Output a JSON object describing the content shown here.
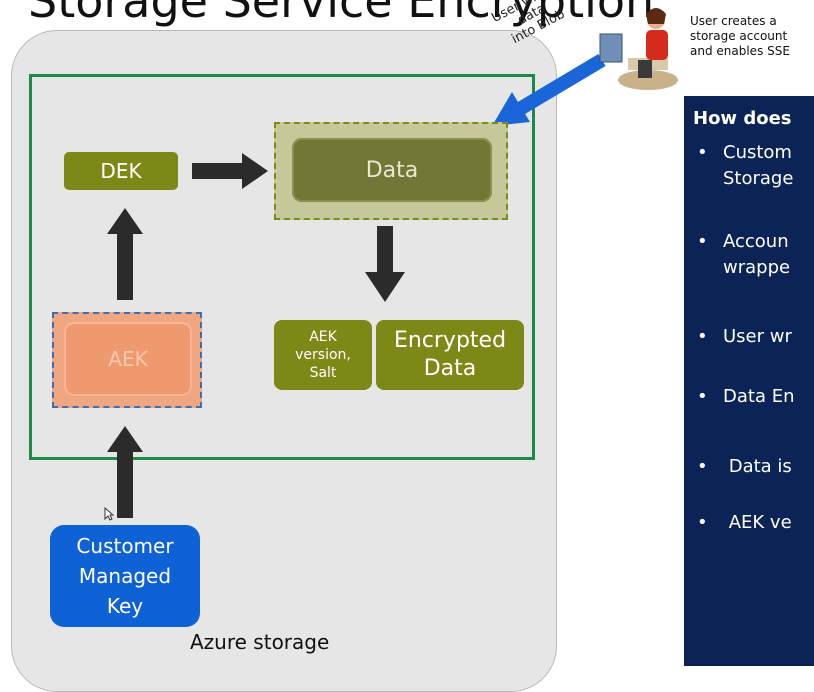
{
  "title": "Storage Service Encryption",
  "azure_storage_label": "Azure storage",
  "user_caption": [
    "User creates a",
    "storage account",
    "and enables SSE"
  ],
  "user_writes_label": [
    "User writes data",
    "into Blob"
  ],
  "nodes": {
    "dek": "DEK",
    "data": "Data",
    "aek": "AEK",
    "aek_version": [
      "AEK",
      "version,",
      "Salt"
    ],
    "encrypted_data": [
      "Encrypted",
      "Data"
    ],
    "customer_managed_key": [
      "Customer",
      "Managed",
      "Key"
    ]
  },
  "panel": {
    "heading": "How does",
    "bullets": [
      [
        "Custom",
        "Storage"
      ],
      [
        "Accoun",
        "wrappe"
      ],
      [
        "User wr"
      ],
      [
        "Data En"
      ],
      [
        " Data is"
      ],
      [
        " AEK ve"
      ]
    ]
  },
  "colors": {
    "olive": "#7b8a17",
    "data_dark": "#717836",
    "data_light": "#c5c898",
    "aek": "#ef9a6e",
    "cmk": "#0e62d6",
    "green_frame": "#1d8a48",
    "arrow_blue": "#1a66d8",
    "panel": "#0c2356"
  }
}
